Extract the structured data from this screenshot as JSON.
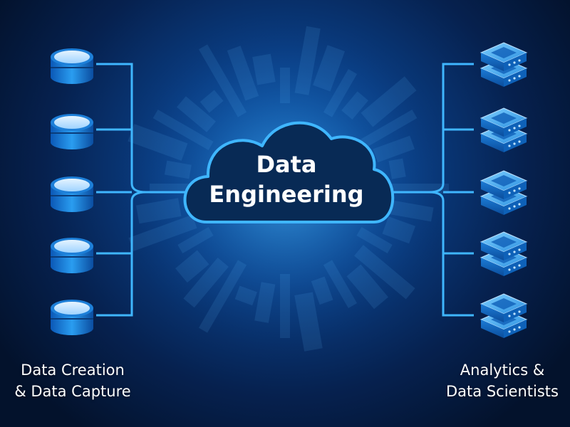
{
  "center": {
    "title_line1": "Data",
    "title_line2": "Engineering",
    "icon": "cloud-icon"
  },
  "left": {
    "label_line1": "Data Creation",
    "label_line2": "& Data Capture",
    "icon": "database-icon",
    "count": 5
  },
  "right": {
    "label_line1": "Analytics &",
    "label_line2": "Data Scientists",
    "icon": "server-icon",
    "count": 5
  },
  "colors": {
    "background": "#06214f",
    "accent": "#3fb6ff",
    "cloud_fill": "#082a55",
    "icon_light": "#bfe3ff"
  }
}
